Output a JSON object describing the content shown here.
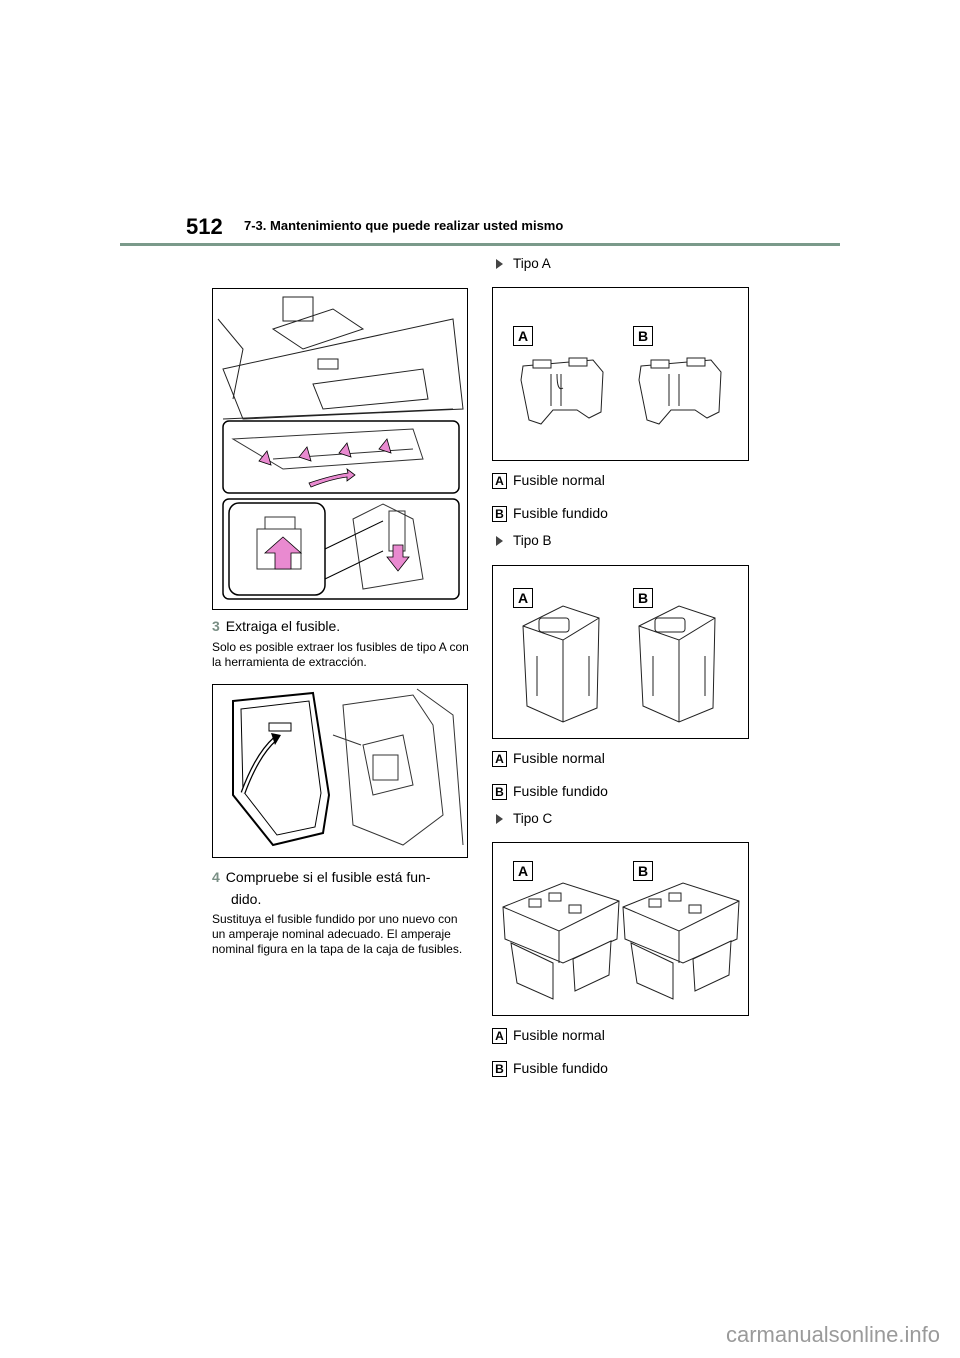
{
  "header": {
    "page_number": "512",
    "section_title": "7-3. Mantenimiento que puede realizar usted mismo"
  },
  "left_column": {
    "step3": {
      "number": "3",
      "text": "Extraiga el fusible."
    },
    "step3_note": "Solo es posible extraer los fusibles de tipo A con la herramienta de extracción.",
    "step4": {
      "number": "4",
      "text_line1": "Compruebe si el fusible está fun-",
      "text_line2": "dido."
    },
    "step4_note": "Sustituya el fusible fundido por uno nuevo con un amperaje nominal adecuado. El amperaje nominal figura en la tapa de la caja de fusibles."
  },
  "right_column": {
    "tipos": [
      {
        "label": "Tipo A",
        "fig_label_a": "A",
        "fig_label_b": "B",
        "legend_a": "Fusible normal",
        "legend_b": "Fusible fundido",
        "key_a": "A",
        "key_b": "B"
      },
      {
        "label": "Tipo B",
        "fig_label_a": "A",
        "fig_label_b": "B",
        "legend_a": "Fusible normal",
        "legend_b": "Fusible fundido",
        "key_a": "A",
        "key_b": "B"
      },
      {
        "label": "Tipo C",
        "fig_label_a": "A",
        "fig_label_b": "B",
        "legend_a": "Fusible normal",
        "legend_b": "Fusible fundido",
        "key_a": "A",
        "key_b": "B"
      }
    ]
  },
  "watermark": "carmanualsonline.info",
  "colors": {
    "accent_rule": "#7a9a8a",
    "step_number": "#7a8f85",
    "arrow_pink": "#e98ad0"
  }
}
